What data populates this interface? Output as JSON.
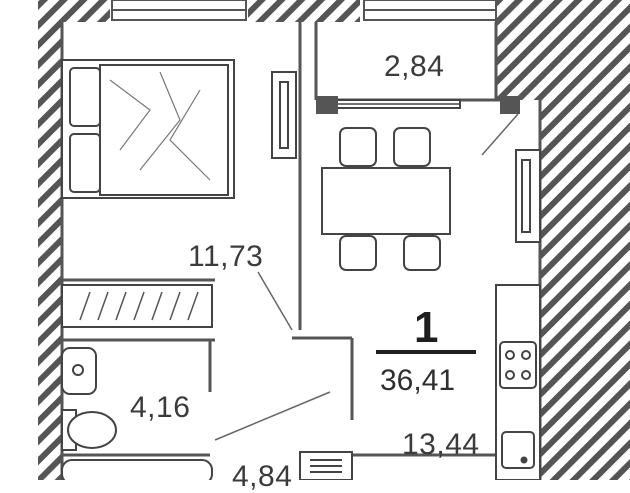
{
  "plan": {
    "apartment": {
      "rooms_count": "1",
      "total_area": "36,41"
    },
    "rooms": [
      {
        "area": "2,84"
      },
      {
        "area": "11,73"
      },
      {
        "area": "4,16"
      },
      {
        "area": "13,44"
      },
      {
        "area": "4,84"
      }
    ],
    "colors": {
      "wall_hatch": "#555555",
      "line": "#444444",
      "background": "#ffffff"
    }
  }
}
